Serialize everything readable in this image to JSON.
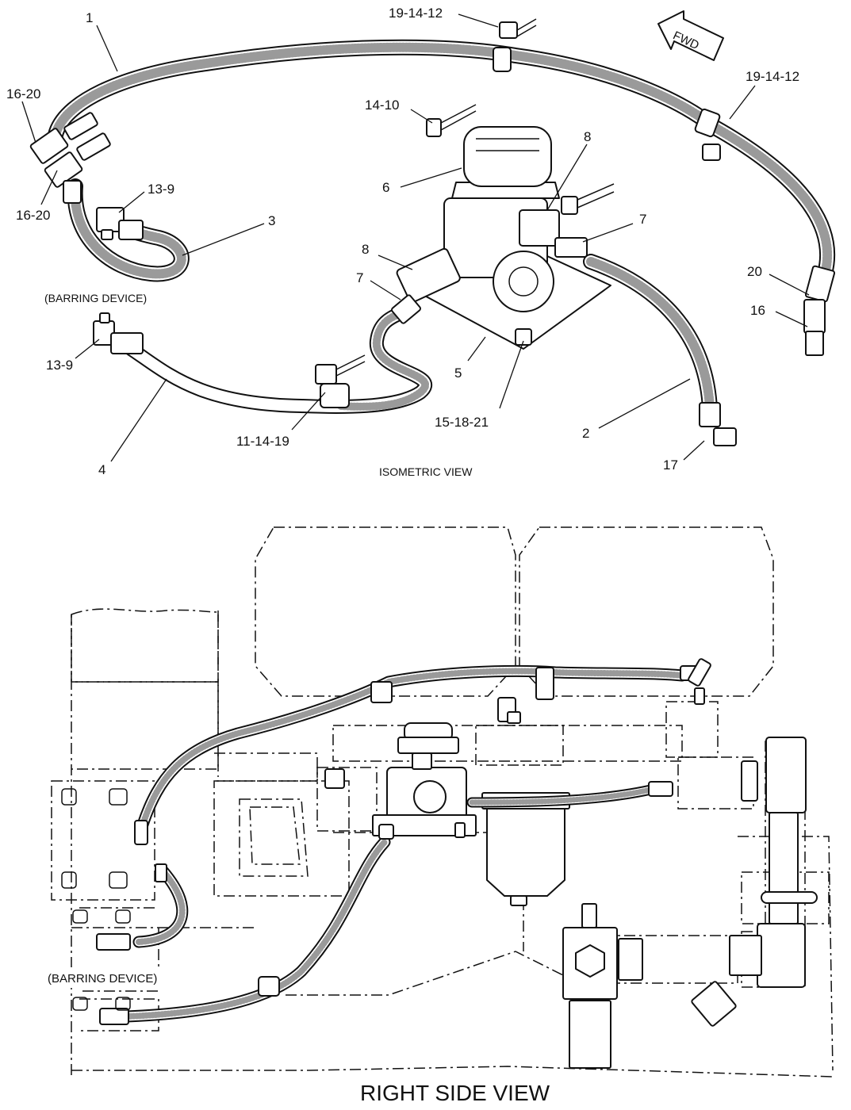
{
  "iso_labels": {
    "item_1": "1",
    "clamp_top": "19-14-12",
    "clamp_right": "19-14-12",
    "fwd": "FWD",
    "fitting_upper": "16-20",
    "fitting_lower": "16-20",
    "bolt": "14-10",
    "item_8_top": "8",
    "item_6": "6",
    "item_13_9_top": "13-9",
    "item_3": "3",
    "item_7_right": "7",
    "item_8_left": "8",
    "item_7_left": "7",
    "item_20": "20",
    "item_16": "16",
    "barring_device": "(BARRING DEVICE)",
    "item_13_9_bottom": "13-9",
    "item_5": "5",
    "item_15_18_21": "15-18-21",
    "item_2": "2",
    "item_11_14_19": "11-14-19",
    "item_4": "4",
    "item_17": "17",
    "view_title": "ISOMETRIC VIEW"
  },
  "side_labels": {
    "barring_device": "(BARRING DEVICE)",
    "view_title": "RIGHT SIDE VIEW"
  }
}
